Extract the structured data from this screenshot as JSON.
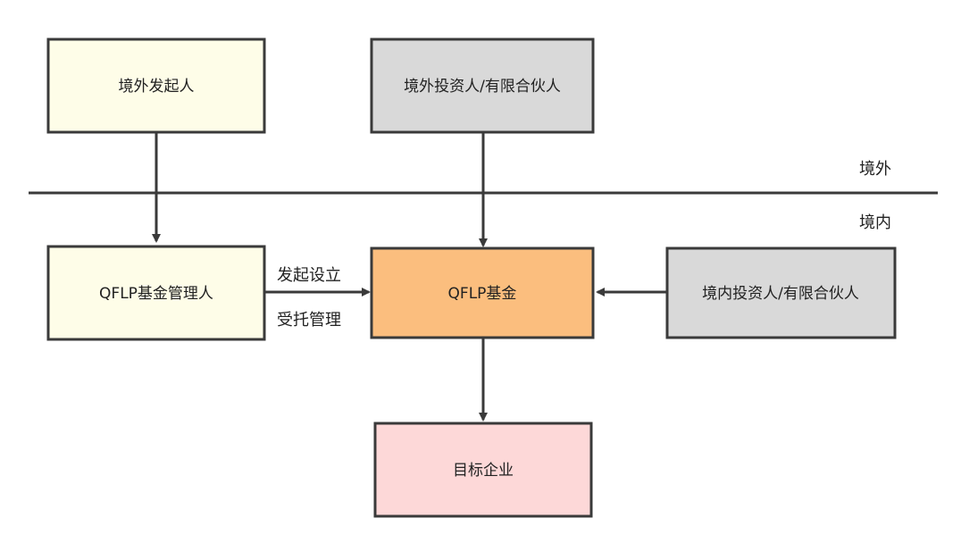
{
  "nodes": {
    "foreign_sponsor": {
      "label": "境外发起人",
      "fill": "#fefde8"
    },
    "foreign_investor": {
      "label": "境外投资人/有限合伙人",
      "fill": "#d9d9d9"
    },
    "qflp_manager": {
      "label": "QFLP基金管理人",
      "fill": "#fefde8"
    },
    "qflp_fund": {
      "label": "QFLP基金",
      "fill": "#fbbe7e"
    },
    "domestic_investor": {
      "label": "境内投资人/有限合伙人",
      "fill": "#d9d9d9"
    },
    "target_company": {
      "label": "目标企业",
      "fill": "#fdd8d8"
    }
  },
  "regions": {
    "offshore": "境外",
    "onshore": "境内"
  },
  "edge_labels": {
    "manager_to_fund_top": "发起设立",
    "manager_to_fund_bottom": "受托管理"
  },
  "colors": {
    "stroke": "#3a3a3a"
  }
}
